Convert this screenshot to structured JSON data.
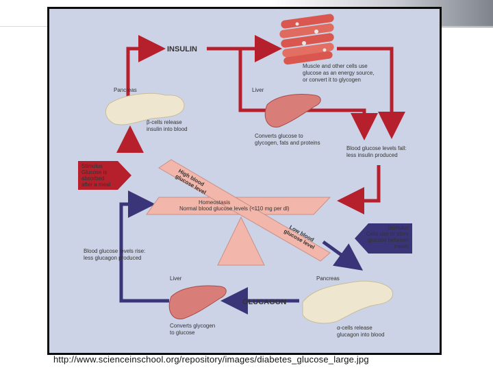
{
  "diagram": {
    "insulin": "INSULIN",
    "glucagon": "GLUCAGON",
    "pancreas_top": "Pancreas",
    "beta_cells": [
      "β-cells release",
      "insulin into blood"
    ],
    "liver_top": "Liver",
    "liver_top_desc": [
      "Converts glucose to",
      "glycogen, fats and proteins"
    ],
    "muscle": [
      "Muscle and other cells use",
      "glucose as an energy source,",
      "or convert it to glycogen"
    ],
    "glucose_fall": [
      "Blood glucose levels fall:",
      "less insulin produced"
    ],
    "stimulus_left": [
      "Stimulus",
      "Glucose is",
      "absorbed",
      "after a meal"
    ],
    "high_level": [
      "High blood",
      "glucose level"
    ],
    "homeostasis": [
      "Homeostasis",
      "Normal blood glucose levels (<110 mg per dl)"
    ],
    "low_level": [
      "Low blood",
      "glucose level"
    ],
    "stimulus_right": [
      "Stimulus",
      "Cells use or store",
      "glucose between",
      "meals"
    ],
    "glucose_rise": [
      "Blood glucose levels rise:",
      "less glucagon produced"
    ],
    "liver_bottom": "Liver",
    "liver_bottom_desc": [
      "Converts glycogen",
      "to glucose"
    ],
    "pancreas_bottom": "Pancreas",
    "alpha_cells": [
      "α-cells release",
      "glucagon into blood"
    ]
  },
  "caption": "http://www.scienceinschool.org/repository/images/diabetes_glucose_large.jpg",
  "colors": {
    "insulin_arrow": "#b5202c",
    "glucagon_arrow": "#3a3478",
    "background": "#ccd3e6",
    "seesaw": "#f2b6aa",
    "liver": "#d97d78",
    "pancreas": "#eee6cf"
  }
}
